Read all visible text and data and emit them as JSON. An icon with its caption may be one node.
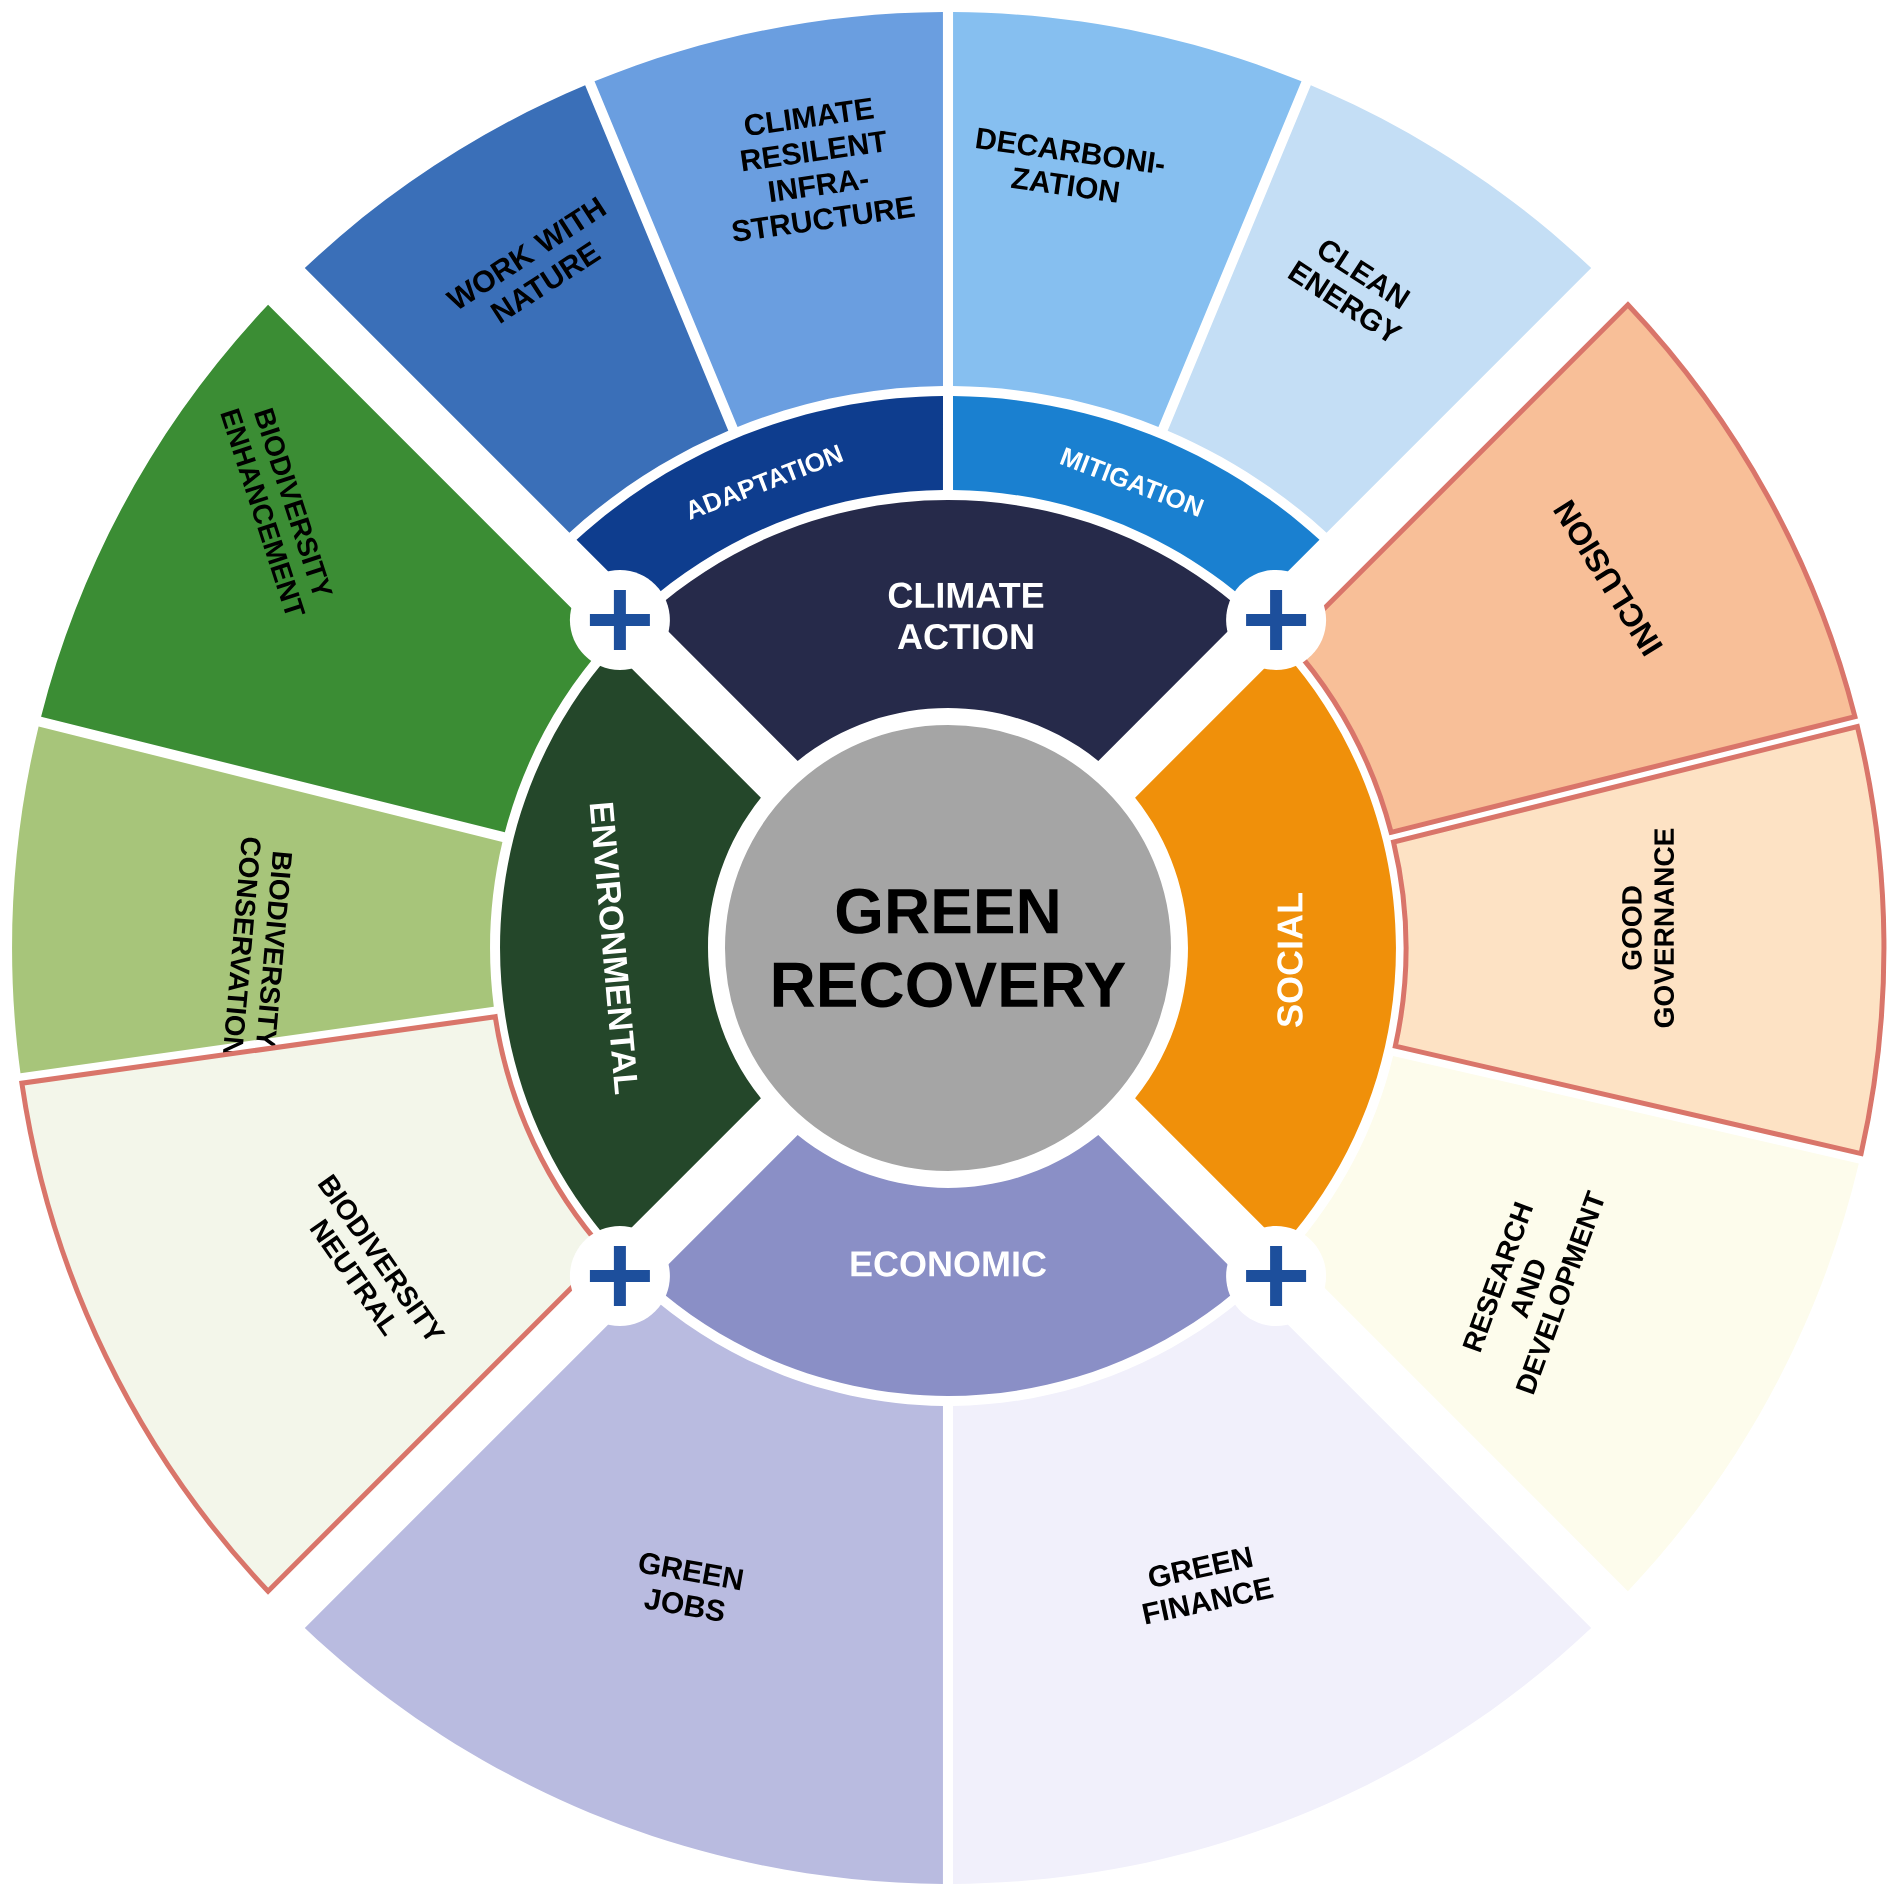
{
  "diagram": {
    "nodes": [
      {
        "text": [
          "GREEN RECOVERY"
        ]
      },
      {
        "text": [
          "CLIMATE ACTION"
        ]
      },
      {
        "text": [
          "ADAPTATION"
        ]
      },
      {
        "text": [
          "MITIGATION"
        ]
      },
      {
        "text": [
          "WORK WITH NATURE"
        ]
      },
      {
        "text": [
          "CLIMATE RESILENT INFRA-STRUCTURE"
        ]
      },
      {
        "text": [
          "DECARBONI-ZATION"
        ]
      },
      {
        "text": [
          "CLEAN ENERGY"
        ]
      },
      {
        "text": [
          "SOCIAL"
        ]
      },
      {
        "text": [
          "INCLUSION"
        ]
      },
      {
        "text": [
          "GOOD GOVERNANCE"
        ]
      },
      {
        "text": [
          "RESEARCH AND DEVELOPMENT"
        ]
      },
      {
        "text": [
          "ECONOMIC"
        ]
      },
      {
        "text": [
          "GREEN JOBS"
        ]
      },
      {
        "text": [
          "GREEN FINANCE"
        ]
      },
      {
        "text": [
          "ENVIRONMENTAL"
        ]
      },
      {
        "text": [
          "BIODIVERSITY ENHANCEMENT"
        ]
      },
      {
        "text": [
          "BIODIVERSITY CONSERVATION"
        ]
      },
      {
        "text": [
          "BIODIVERSITY NEUTRAL"
        ]
      }
    ]
  }
}
